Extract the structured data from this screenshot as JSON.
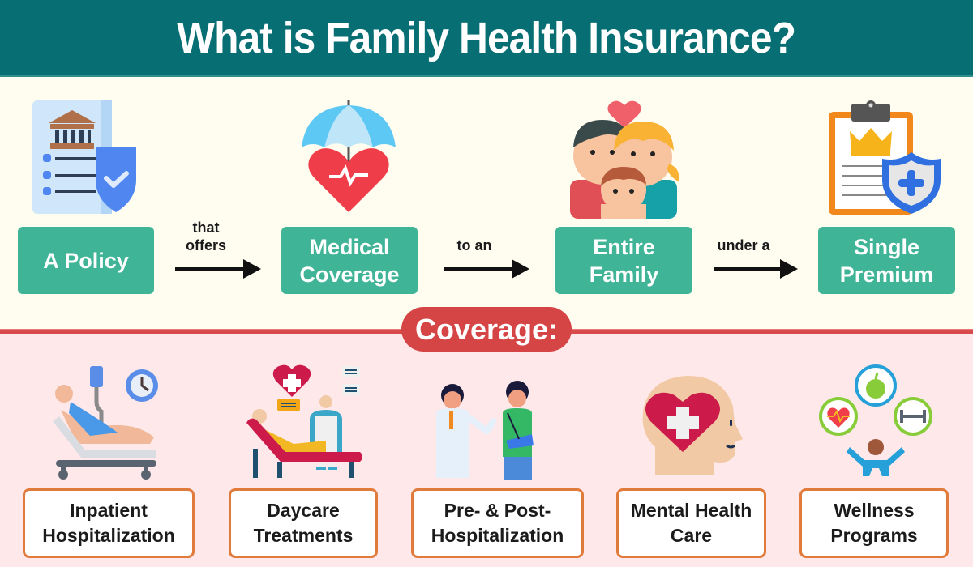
{
  "header": {
    "title": "What is Family Health Insurance?"
  },
  "colors": {
    "header_bg": "#076f73",
    "top_bg": "#fffdf0",
    "bottom_bg": "#ffe8e9",
    "step_box": "#3fb497",
    "accent_red": "#d64545",
    "coverage_border": "#e07b3c"
  },
  "flow": {
    "steps": [
      {
        "label": "A Policy",
        "icon": "policy-document-shield-icon"
      },
      {
        "label": "Medical Coverage",
        "icon": "umbrella-heart-icon"
      },
      {
        "label": "Entire Family",
        "icon": "family-icon"
      },
      {
        "label": "Single Premium",
        "icon": "clipboard-crown-shield-icon"
      }
    ],
    "connectors": [
      {
        "label": "that offers"
      },
      {
        "label": "to an"
      },
      {
        "label": "under a"
      }
    ]
  },
  "coverage": {
    "heading": "Coverage:",
    "items": [
      {
        "label": "Inpatient Hospitalization",
        "icon": "hospital-bed-icon"
      },
      {
        "label": "Daycare Treatments",
        "icon": "daycare-treatment-icon"
      },
      {
        "label": "Pre- & Post-Hospitalization",
        "icon": "doctor-patient-icon"
      },
      {
        "label": "Mental Health Care",
        "icon": "mental-health-head-icon"
      },
      {
        "label": "Wellness Programs",
        "icon": "wellness-person-icon"
      }
    ]
  }
}
